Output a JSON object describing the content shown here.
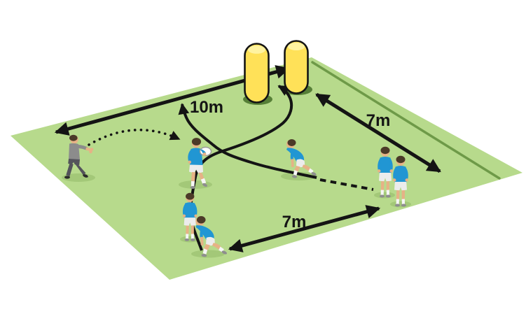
{
  "diagram": {
    "kind": "rugby-switch-drill-diagram",
    "field": "grass-grid-in-perspective",
    "equipment": {
      "poles": 2
    }
  },
  "measurements": [
    {
      "id": "grid-width",
      "label": "10m"
    },
    {
      "id": "pole-to-sideline",
      "label": "7m"
    },
    {
      "id": "queue-to-queue",
      "label": "7m"
    }
  ],
  "players": [
    {
      "role": "coach-feeder",
      "shirt": "grey"
    },
    {
      "role": "ball-carrier",
      "shirt": "blue"
    },
    {
      "role": "crossing-runner",
      "shirt": "blue"
    },
    {
      "role": "waiting-player-right-1",
      "shirt": "blue"
    },
    {
      "role": "waiting-player-right-2",
      "shirt": "blue"
    },
    {
      "role": "waiting-player-bottom-standing",
      "shirt": "blue"
    },
    {
      "role": "waiting-player-bottom-crouched",
      "shirt": "blue"
    }
  ],
  "colors": {
    "background": "#FFFFFF",
    "field": "#B7DA8C",
    "field-line": "#6E9A48",
    "player-shadow": "#A3C878",
    "pole-shadow": "#567F37",
    "pole": "#FFE158",
    "pole-top": "#FFF3A0",
    "ink": "#141414",
    "shirt": "#2196D3",
    "shorts": "#ECECEC",
    "skin": "#E6B286",
    "hair": "#4B3A28",
    "shoe": "#8E8E8E",
    "sock": "#F6F6F6",
    "coach-shirt": "#8C8C8C",
    "coach-pants": "#53535B",
    "coach-shoe": "#2B2B2B",
    "ball": "#FFFFFF",
    "ball-outline": "#999999"
  }
}
